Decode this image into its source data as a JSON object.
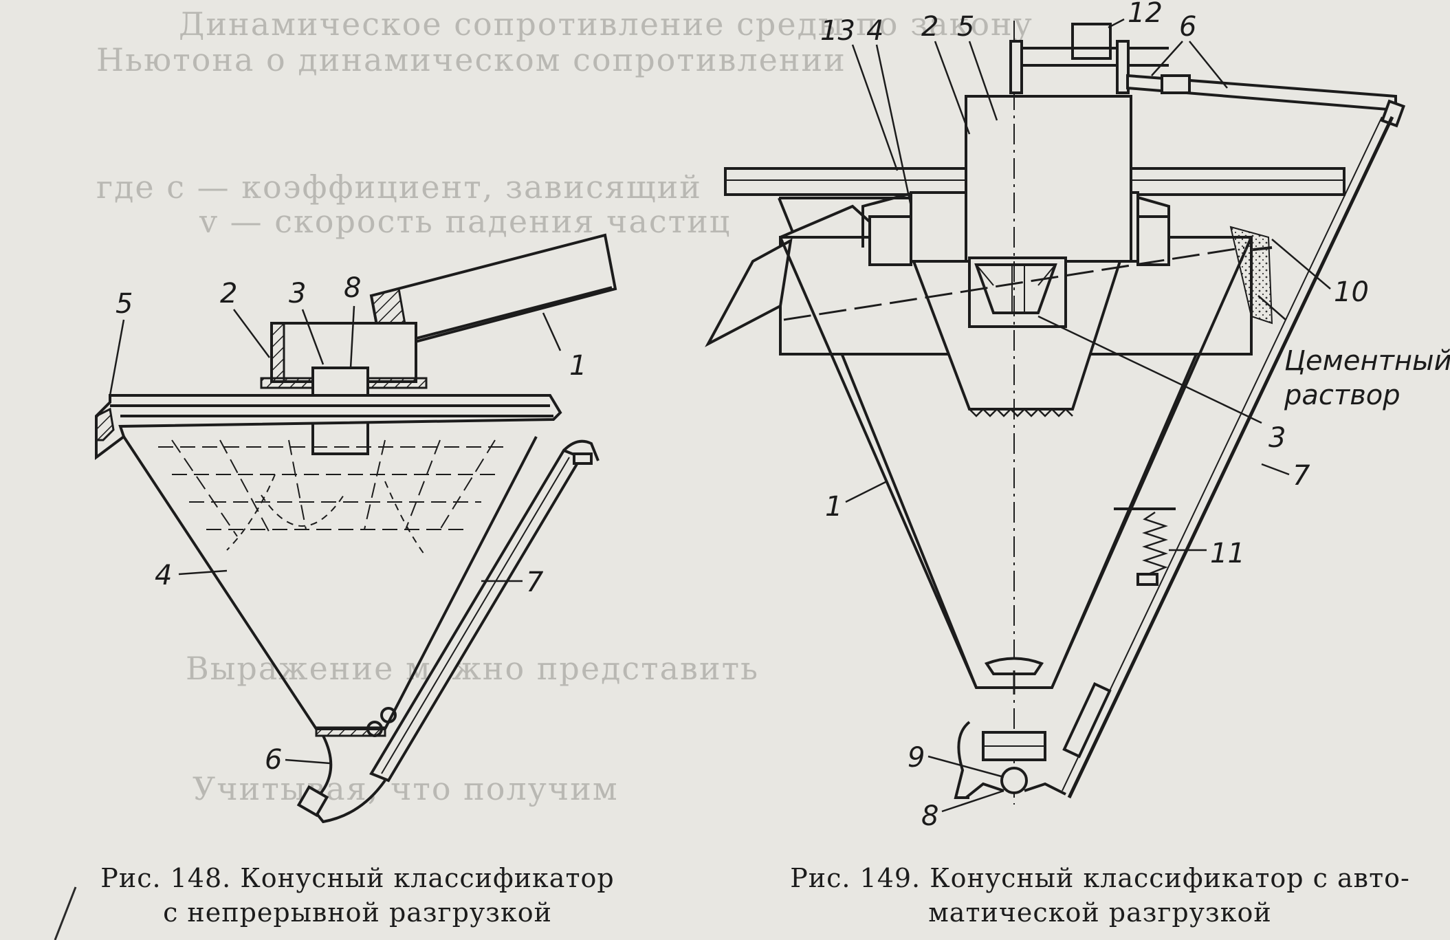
{
  "fig148": {
    "caption_line1": "Рис. 148. Конусный классификатор",
    "caption_line2": "с непрерывной разгрузкой",
    "labels": [
      "1",
      "2",
      "3",
      "4",
      "5",
      "6",
      "7",
      "8"
    ]
  },
  "fig149": {
    "caption_line1": "Рис. 149. Конусный классификатор с авто-",
    "caption_line2": "матической разгрузкой",
    "labels": [
      "1",
      "2",
      "3",
      "4",
      "5",
      "6",
      "7",
      "8",
      "9",
      "10",
      "11",
      "12",
      "13"
    ],
    "annotation_line1": "Цементный",
    "annotation_line2": "раствор"
  },
  "bleed_text": [
    "Динамическое сопротивление среды по закону",
    "Ньютона о динамическом сопротивлении",
    "где c — коэффициент, зависящий",
    "v — скорость падения частиц",
    "Выражение можно представить",
    "Учитывая, что получим"
  ],
  "colors": {
    "paper": "#e8e7e2",
    "ink": "#1c1c1c",
    "bleed": "#b9b8b3"
  }
}
